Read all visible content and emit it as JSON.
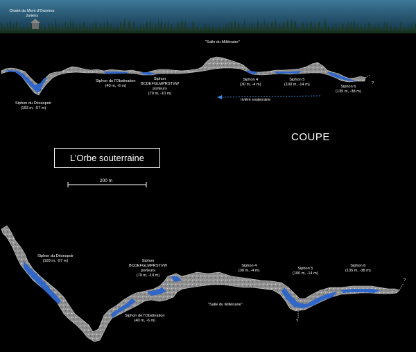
{
  "title": "L’Orbe souterraine",
  "view_label": "COUPE",
  "scale_label": "200 m",
  "surface": {
    "name": "Chalet du Mont d’Orzeires",
    "place": "Juriens"
  },
  "profile": {
    "siphon_desespoir": [
      "Siphon du Désespoir",
      "(193 m, -57 m)"
    ],
    "siphon_obstination": [
      "Siphon de l’Obstination",
      "(40 m, -6 m)"
    ],
    "siphon_porteurs": [
      "Siphon",
      "BCDEFGLMPRSTVW",
      "porteurs",
      "(70 m, -10 m)"
    ],
    "salle": "\"Salle du Millénaire\"",
    "siphon_4": [
      "Siphon 4",
      "(30 m, -4 m)"
    ],
    "siphon_5": [
      "Siphon 5",
      "(100 m, -14 m)"
    ],
    "siphon_6": [
      "Siphon 6",
      "(135 m, -38 m)"
    ],
    "river": "rivière souterraine",
    "unknown": "?"
  },
  "plan": {
    "siphon_desespoir": [
      "Siphon du Désespoir",
      "(193 m, -57 m)"
    ],
    "siphon_porteurs": [
      "Siphon",
      "BCDEFGLMPRSTVW",
      "porteurs",
      "(70 m, -10 m)"
    ],
    "siphon_obstination": [
      "Siphon de l’Obstination",
      "(40 m, -6 m)"
    ],
    "salle": "\"Salle du Millénaire\"",
    "siphon_4": [
      "Siphon 4",
      "(30 m, -4 m)"
    ],
    "siphon_5": [
      "Siphon 5",
      "(100 m, -14 m)"
    ],
    "siphon_6": [
      "Siphon 6",
      "(135 m, -38 m)"
    ],
    "unknown": "?"
  },
  "colors": {
    "sky": "#1e4a63",
    "trees": "#1f3d2e",
    "water": "#2f66c7",
    "rock": "#9a9a9a",
    "river_arrow": "#3f86e0"
  }
}
